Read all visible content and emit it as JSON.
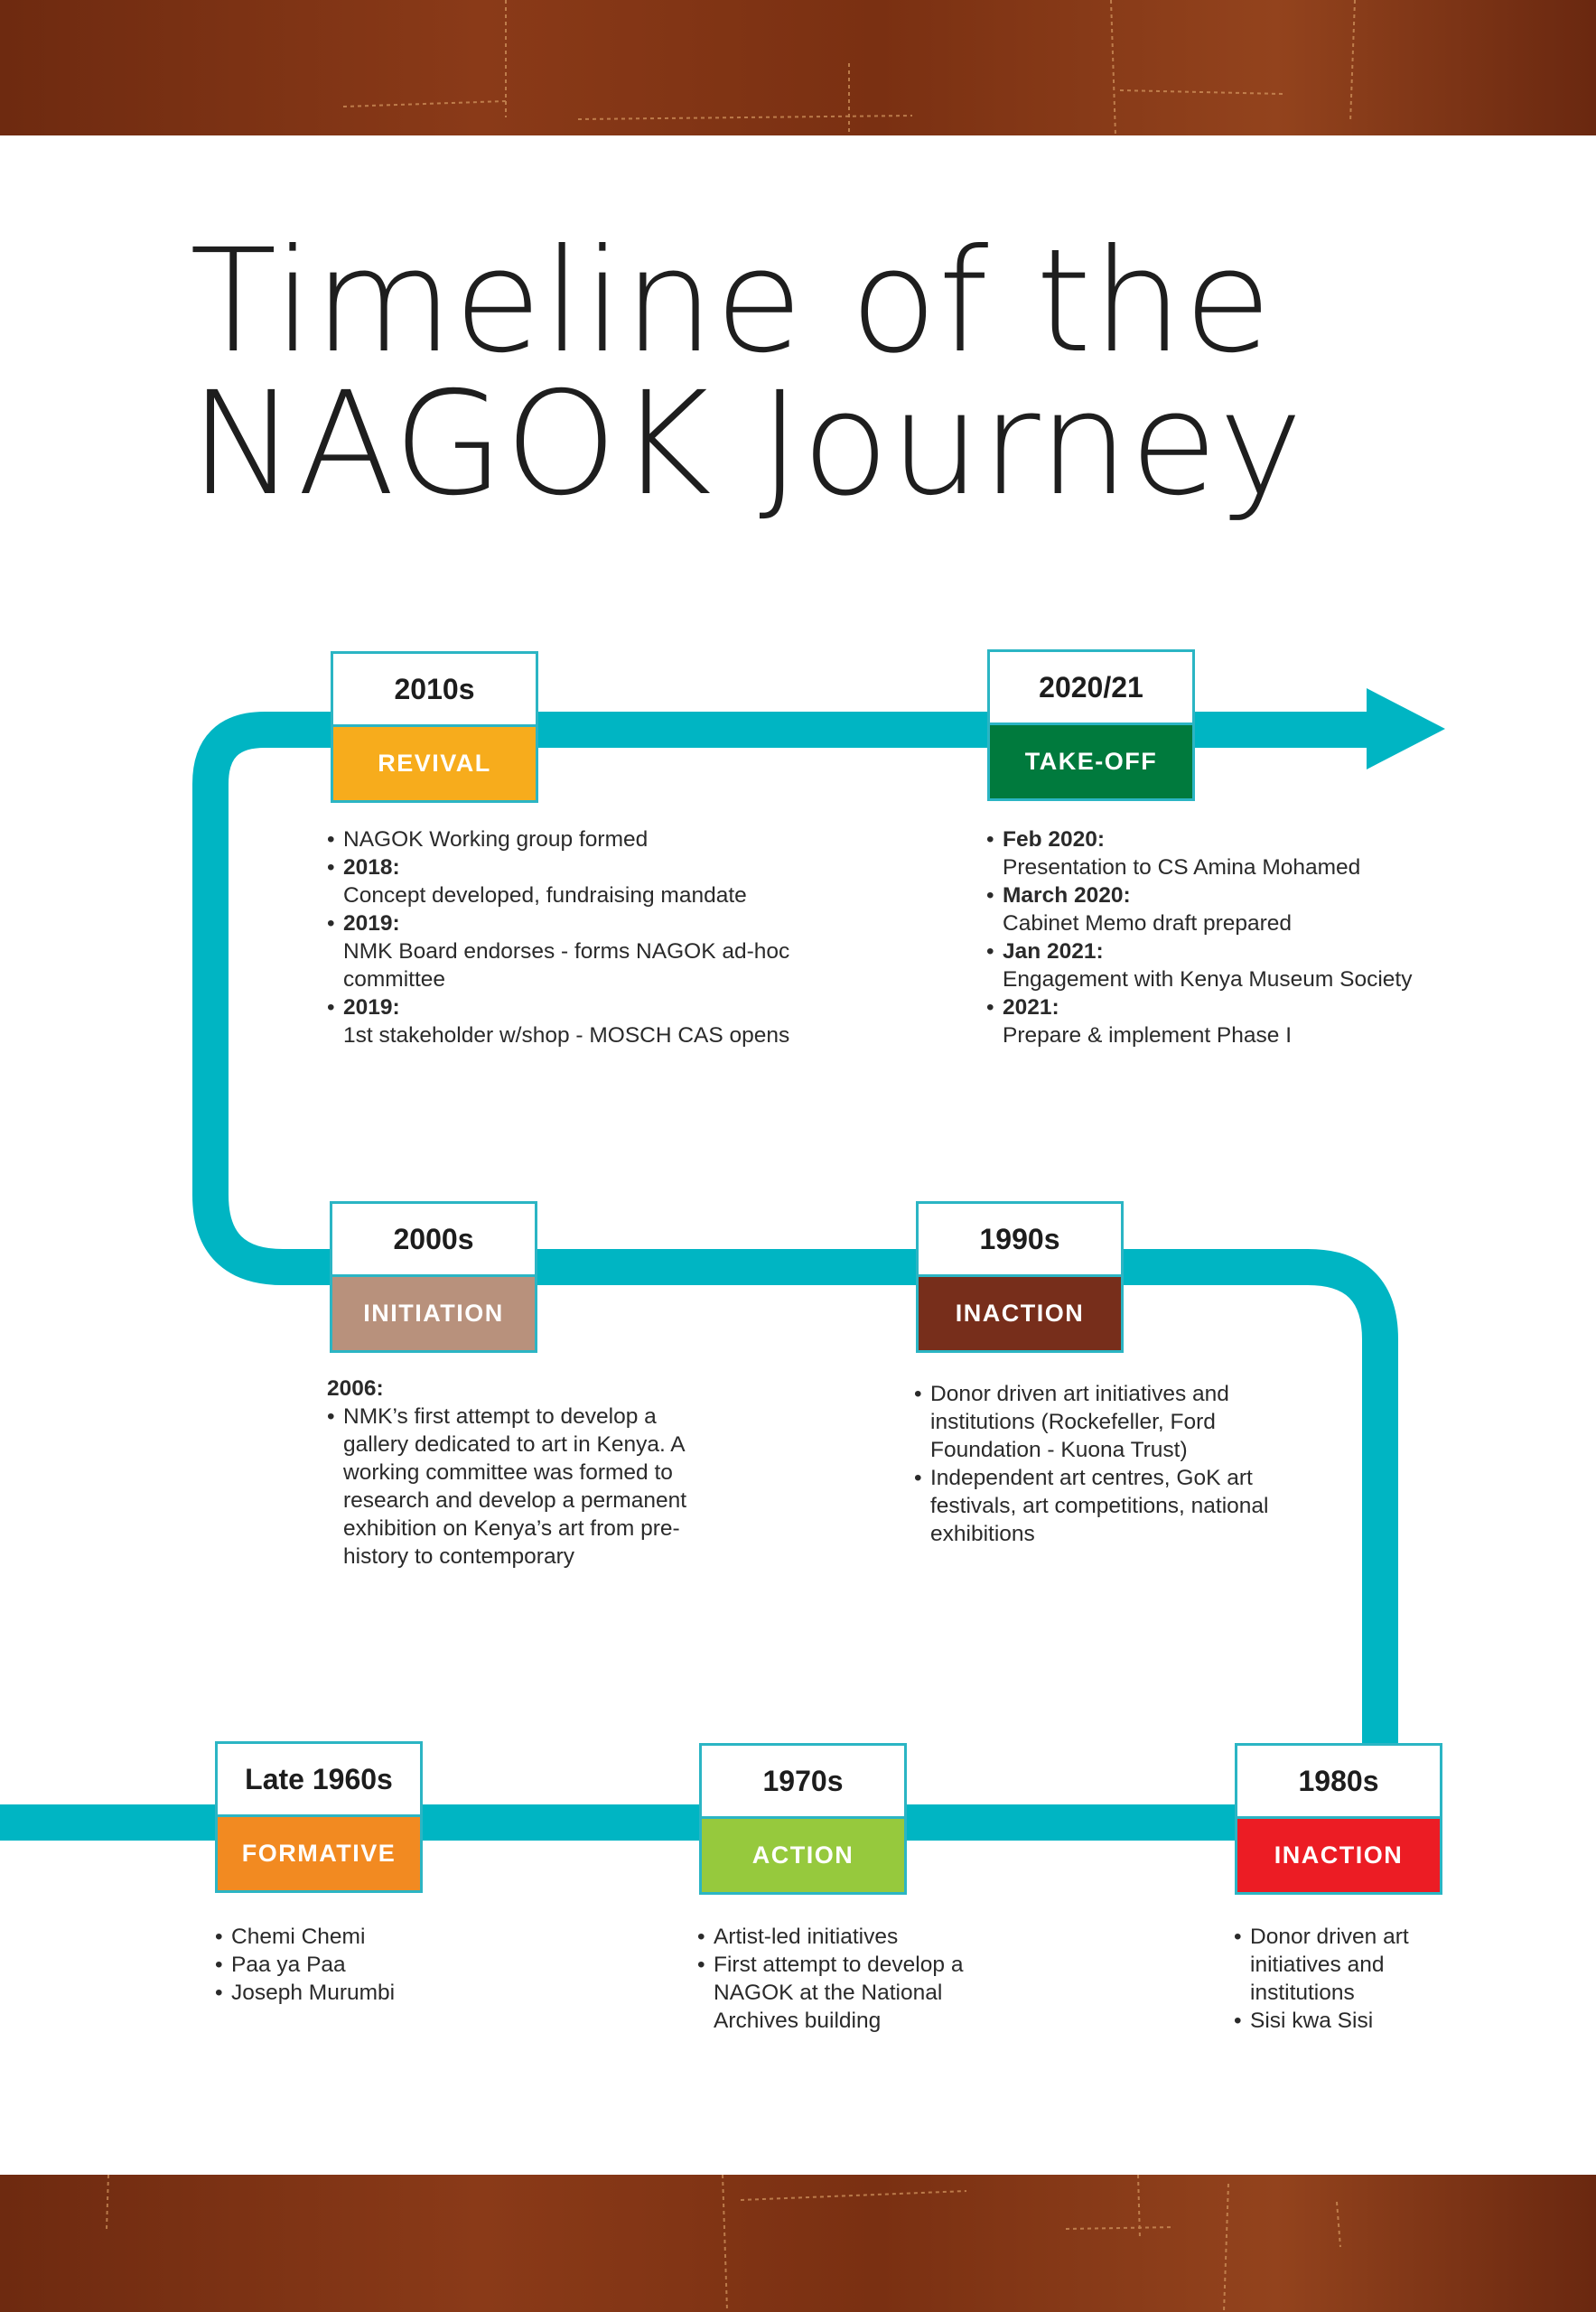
{
  "title": {
    "line1": "Timeline of the",
    "line2": "NAGOK Journey"
  },
  "colors": {
    "track": "#00b5c3",
    "box_border": "#2bb5c4",
    "formative": "#f28a21",
    "action": "#96c93d",
    "inaction_1980s": "#ec1c24",
    "inaction_1990s": "#772e1b",
    "initiation": "#b8917c",
    "revival": "#f7ac1c",
    "takeoff": "#007a3d"
  },
  "milestones": [
    {
      "id": "late1960s",
      "year": "Late 1960s",
      "phase": "FORMATIVE",
      "notes": [
        {
          "text": "Chemi Chemi"
        },
        {
          "text": "Paa ya Paa"
        },
        {
          "text": "Joseph Murumbi"
        }
      ]
    },
    {
      "id": "1970s",
      "year": "1970s",
      "phase": "ACTION",
      "notes": [
        {
          "text": "Artist-led initiatives"
        },
        {
          "text": "First attempt to develop a NAGOK at the National Archives building"
        }
      ]
    },
    {
      "id": "1980s",
      "year": "1980s",
      "phase": "INACTION",
      "notes": [
        {
          "text": "Donor driven art initiatives and institutions"
        },
        {
          "text": "Sisi kwa Sisi"
        }
      ]
    },
    {
      "id": "1990s",
      "year": "1990s",
      "phase": "INACTION",
      "notes": [
        {
          "text": "Donor driven art initiatives and institutions (Rockefeller, Ford Foundation - Kuona Trust)"
        },
        {
          "text": "Independent art centres, GoK art festivals, art competitions, national exhibitions"
        }
      ]
    },
    {
      "id": "2000s",
      "year": "2000s",
      "phase": "INITIATION",
      "pre": "2006:",
      "notes": [
        {
          "text": "NMK’s first attempt to develop a gallery dedicated to art in Kenya. A working committee was formed to research and develop a permanent exhibition on Kenya’s art from pre-history to contemporary"
        }
      ]
    },
    {
      "id": "2010s",
      "year": "2010s",
      "phase": "REVIVAL",
      "notes": [
        {
          "text": "NAGOK Working group formed"
        },
        {
          "lead": "2018:",
          "text": "Concept developed, fundraising mandate"
        },
        {
          "lead": "2019:",
          "text": "NMK Board endorses - forms NAGOK ad-hoc committee"
        },
        {
          "lead": "2019:",
          "text": "1st stakeholder w/shop - MOSCH CAS opens"
        }
      ]
    },
    {
      "id": "2020_21",
      "year": "2020/21",
      "phase": "TAKE-OFF",
      "notes": [
        {
          "lead": "Feb 2020:",
          "text": "Presentation to CS Amina Mohamed"
        },
        {
          "lead": "March 2020:",
          "text": "Cabinet Memo draft prepared"
        },
        {
          "lead": "Jan 2021:",
          "text": "Engagement with Kenya Museum Society"
        },
        {
          "lead": "2021:",
          "text": "Prepare & implement Phase I"
        }
      ]
    }
  ]
}
